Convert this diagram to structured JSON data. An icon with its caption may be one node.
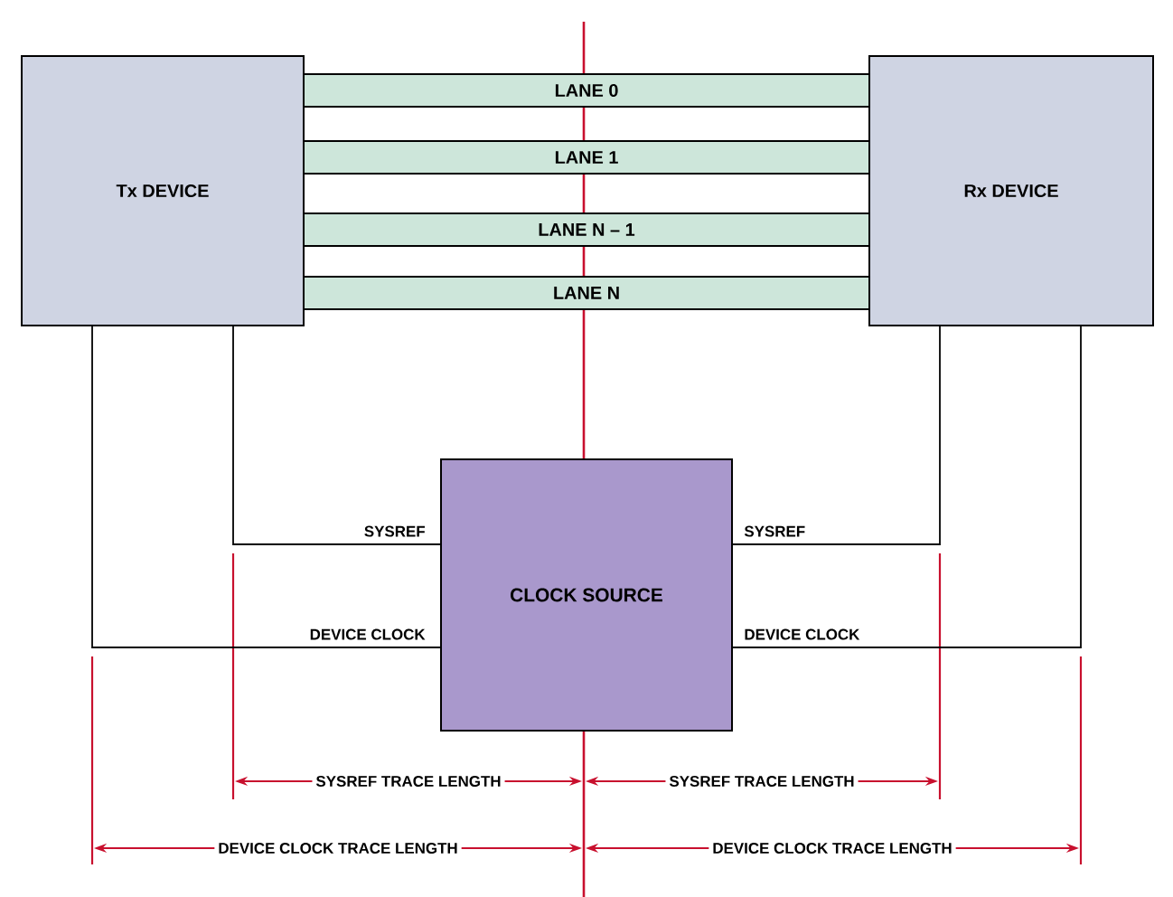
{
  "diagram": {
    "nodes": [
      {
        "text": [
          "Tx DEVICE"
        ]
      },
      {
        "text": [
          "Rx DEVICE"
        ]
      },
      {
        "text": [
          "LANE 0"
        ]
      },
      {
        "text": [
          "LANE 1"
        ]
      },
      {
        "text": [
          "LANE N – 1"
        ]
      },
      {
        "text": [
          "LANE N"
        ]
      },
      {
        "text": [
          "CLOCK SOURCE"
        ]
      }
    ],
    "edges": [
      {
        "from": 6,
        "to": 0,
        "arrow": "none",
        "label": "SYSREF"
      },
      {
        "from": 6,
        "to": 0,
        "arrow": "none",
        "label": "DEVICE CLOCK"
      },
      {
        "from": 6,
        "to": 1,
        "arrow": "none",
        "label": "SYSREF"
      },
      {
        "from": 6,
        "to": 1,
        "arrow": "none",
        "label": "DEVICE CLOCK"
      }
    ],
    "labels": [
      "SYSREF TRACE LENGTH",
      "SYSREF TRACE LENGTH",
      "DEVICE CLOCK TRACE LENGTH",
      "DEVICE CLOCK TRACE LENGTH"
    ]
  }
}
